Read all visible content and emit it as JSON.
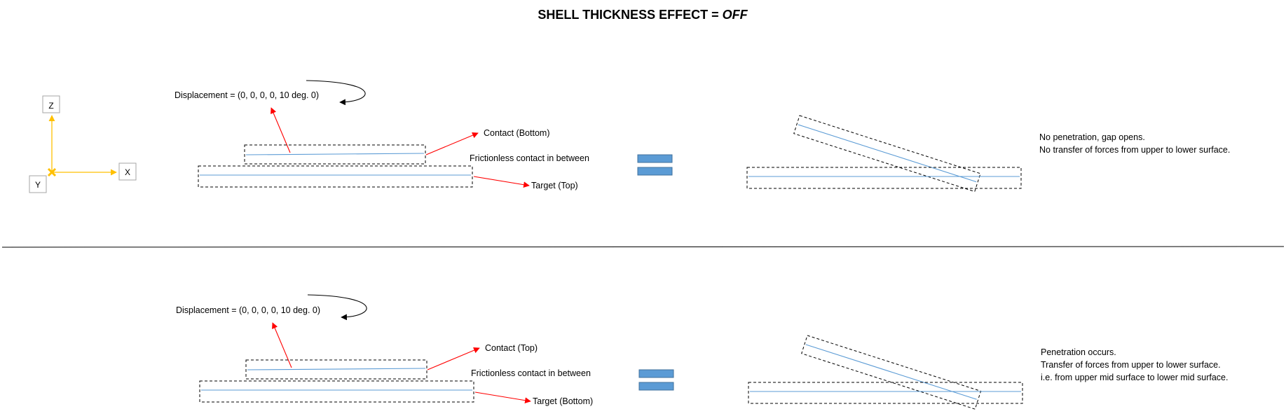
{
  "title": {
    "main": "SHELL THICKNESS EFFECT = ",
    "value": "OFF"
  },
  "axes": {
    "z": "Z",
    "x": "X",
    "y": "Y"
  },
  "top_case": {
    "displacement": "Displacement = (0, 0, 0, 0, 10 deg. 0)",
    "contact": "Contact (Bottom)",
    "frictionless": "Frictionless contact in between",
    "target": "Target (Top)",
    "result": [
      "No penetration, gap opens.",
      "No transfer of forces from upper to lower surface."
    ]
  },
  "bottom_case": {
    "displacement": "Displacement = (0, 0, 0, 0, 10 deg. 0)",
    "contact": "Contact (Top)",
    "frictionless": "Frictionless contact in between",
    "target": "Target (Bottom)",
    "result": [
      "Penetration occurs.",
      "Transfer of forces from upper to lower surface.",
      "i.e. from upper mid surface to lower mid surface."
    ]
  },
  "colors": {
    "mid_surface": "#5b9bd5",
    "arrow": "#ff0000",
    "axis": "#ffc000",
    "equals": "#5b9bd5"
  }
}
